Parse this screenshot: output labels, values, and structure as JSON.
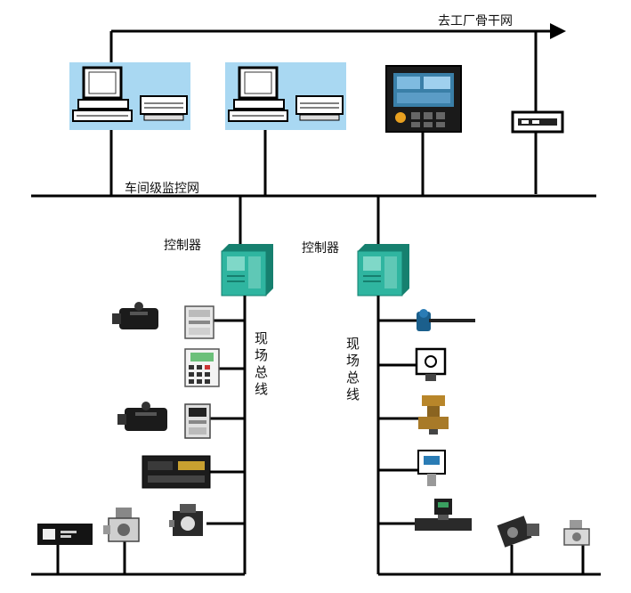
{
  "labels": {
    "factory_backbone": "去工厂骨干网",
    "workshop_network": "车间级监控网",
    "controller_left": "控制器",
    "controller_right": "控制器",
    "fieldbus_left": "现场总线",
    "fieldbus_right": "现场总线"
  },
  "colors": {
    "line": "#000000",
    "controller_fill": "#2fb5a0",
    "controller_dark": "#16806f",
    "workstation_bg": "#a9d8f2",
    "hmi_screen": "#3a7fa8"
  },
  "nodes": {
    "workstations": [
      "workstation-icon",
      "workstation-icon"
    ],
    "operator_panel": "hmi-panel-icon",
    "gateway": "gateway-icon",
    "left_field_devices": [
      "servo-motor-icon",
      "drive-module-icon",
      "keypad-panel-icon",
      "servo-motor-icon",
      "drive-module-icon",
      "io-module-icon",
      "valve-actuator-icon",
      "meter-device-icon",
      "valve-actuator-icon"
    ],
    "right_field_devices": [
      "sensor-probe-icon",
      "camera-sensor-icon",
      "valve-actuator-icon",
      "transmitter-icon",
      "flowmeter-icon",
      "valve-actuator-icon",
      "valve-actuator-icon"
    ]
  }
}
